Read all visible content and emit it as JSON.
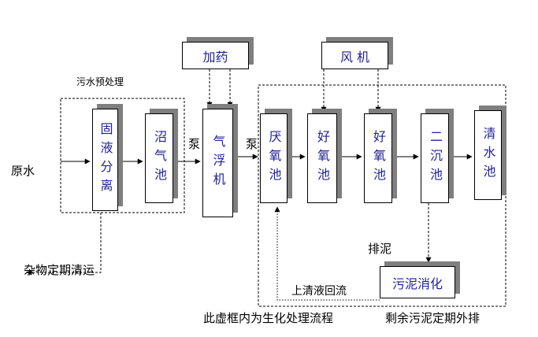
{
  "labels": {
    "raw_water": "原水",
    "pretreatment": "污水预处理",
    "pump1": "泵",
    "pump2": "泵",
    "sundry_cleaning": "杂物定期清运",
    "sludge_discharge": "排泥",
    "supernatant_return": "上清液回流",
    "biochem_note": "此虚框内为生化处理流程",
    "excess_sludge": "剩余污泥定期外排"
  },
  "boxes": {
    "dosing": "加药",
    "blower": "风 机",
    "solid_liquid": "固液分离",
    "biogas": "沼气池",
    "flotation": "气浮机",
    "anaerobic": "厌氧池",
    "aerobic1": "好氧池",
    "aerobic2": "好氧池",
    "secondary": "二沉池",
    "clear_water": "清水池",
    "sludge_digest": "污泥消化"
  },
  "colors": {
    "box_text": "#1f1f9a",
    "shadow": "#7f7f7f",
    "line": "#000000"
  }
}
